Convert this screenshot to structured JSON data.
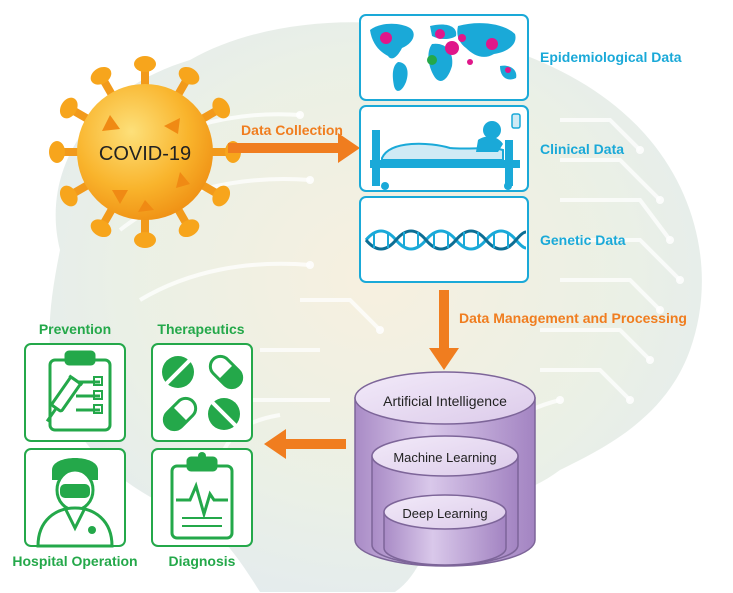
{
  "virus": {
    "label": "COVID-19"
  },
  "arrows": {
    "collection": "Data Collection",
    "management": "Data Management and Processing"
  },
  "data_types": {
    "epidemiological": "Epidemiological Data",
    "clinical": "Clinical Data",
    "genetic": "Genetic Data"
  },
  "ai_stack": {
    "outer": "Artificial Intelligence",
    "middle": "Machine Learning",
    "inner": "Deep Learning"
  },
  "applications": {
    "prevention": "Prevention",
    "therapeutics": "Therapeutics",
    "hospital_operation": "Hospital Operation",
    "diagnosis": "Diagnosis"
  },
  "colors": {
    "orange": "#f07d1f",
    "cyan": "#1aa9d8",
    "green": "#24a84a",
    "purple": "#c9b2dd",
    "virus": "#f7a51c"
  }
}
